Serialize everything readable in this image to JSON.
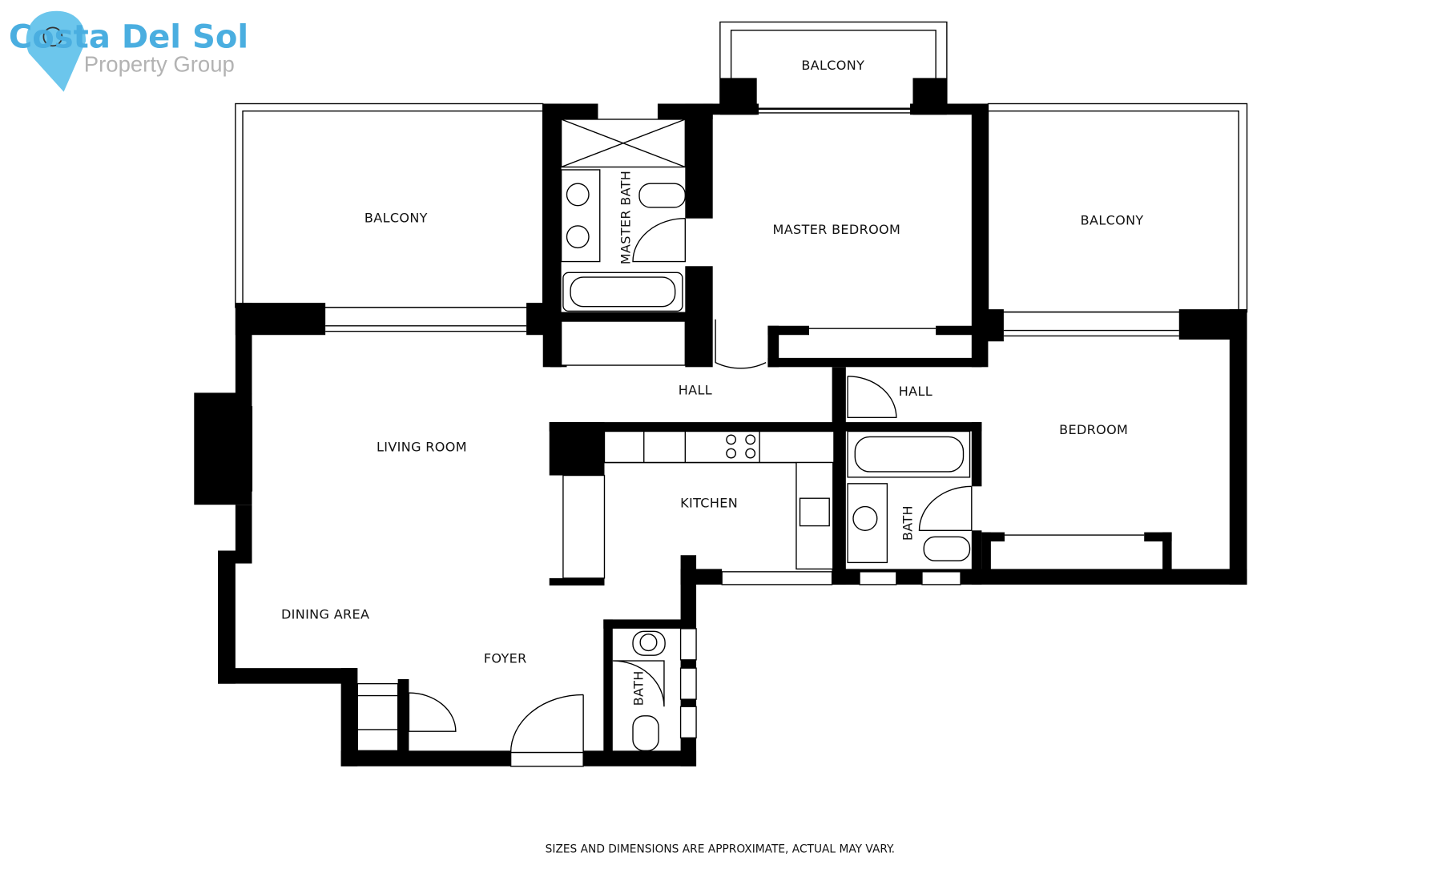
{
  "logo": {
    "name": "Costa Del Sol",
    "tagline": "Property Group",
    "brand_color": "#4aaee0",
    "tagline_color": "#b3b3b3"
  },
  "rooms": {
    "balcony_top": "BALCONY",
    "balcony_left": "BALCONY",
    "balcony_right": "BALCONY",
    "master_bath": "MASTER BATH",
    "master_bedroom": "MASTER BEDROOM",
    "hall_left": "HALL",
    "hall_right": "HALL",
    "living_room": "LIVING ROOM",
    "kitchen": "KITCHEN",
    "bath_right": "BATH",
    "bedroom": "BEDROOM",
    "dining_area": "DINING AREA",
    "foyer": "FOYER",
    "bath_small": "BATH"
  },
  "disclaimer": "SIZES AND DIMENSIONS ARE APPROXIMATE, ACTUAL MAY VARY."
}
